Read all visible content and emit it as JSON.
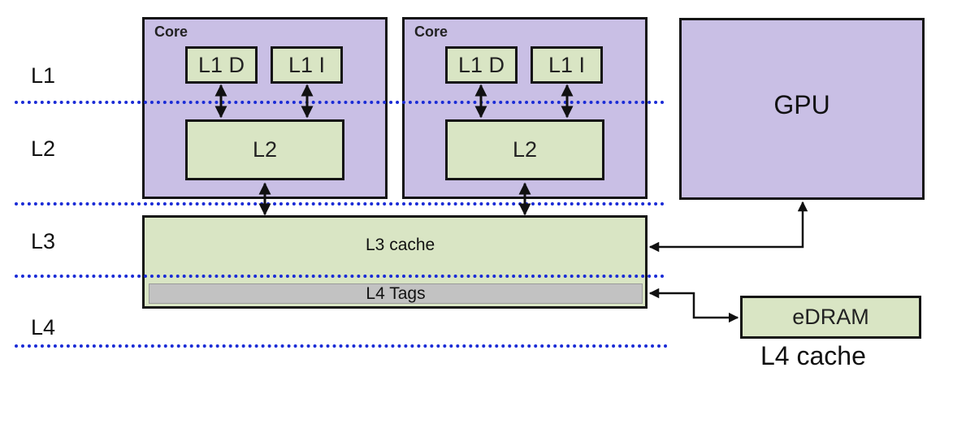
{
  "levels": {
    "l1": "L1",
    "l2": "L2",
    "l3": "L3",
    "l4": "L4"
  },
  "cores": [
    {
      "label": "Core",
      "l1d": "L1 D",
      "l1i": "L1 I",
      "l2": "L2"
    },
    {
      "label": "Core",
      "l1d": "L1 D",
      "l1i": "L1 I",
      "l2": "L2"
    }
  ],
  "gpu": {
    "label": "GPU"
  },
  "l3": {
    "label": "L3 cache",
    "tags_label": "L4 Tags"
  },
  "edram": {
    "label": "eDRAM",
    "caption": "L4 cache"
  },
  "colors": {
    "core_fill": "#c9bfe5",
    "cache_fill": "#d9e5c4",
    "tags_fill": "#c2c2c2",
    "divider": "#1a2bd6"
  }
}
